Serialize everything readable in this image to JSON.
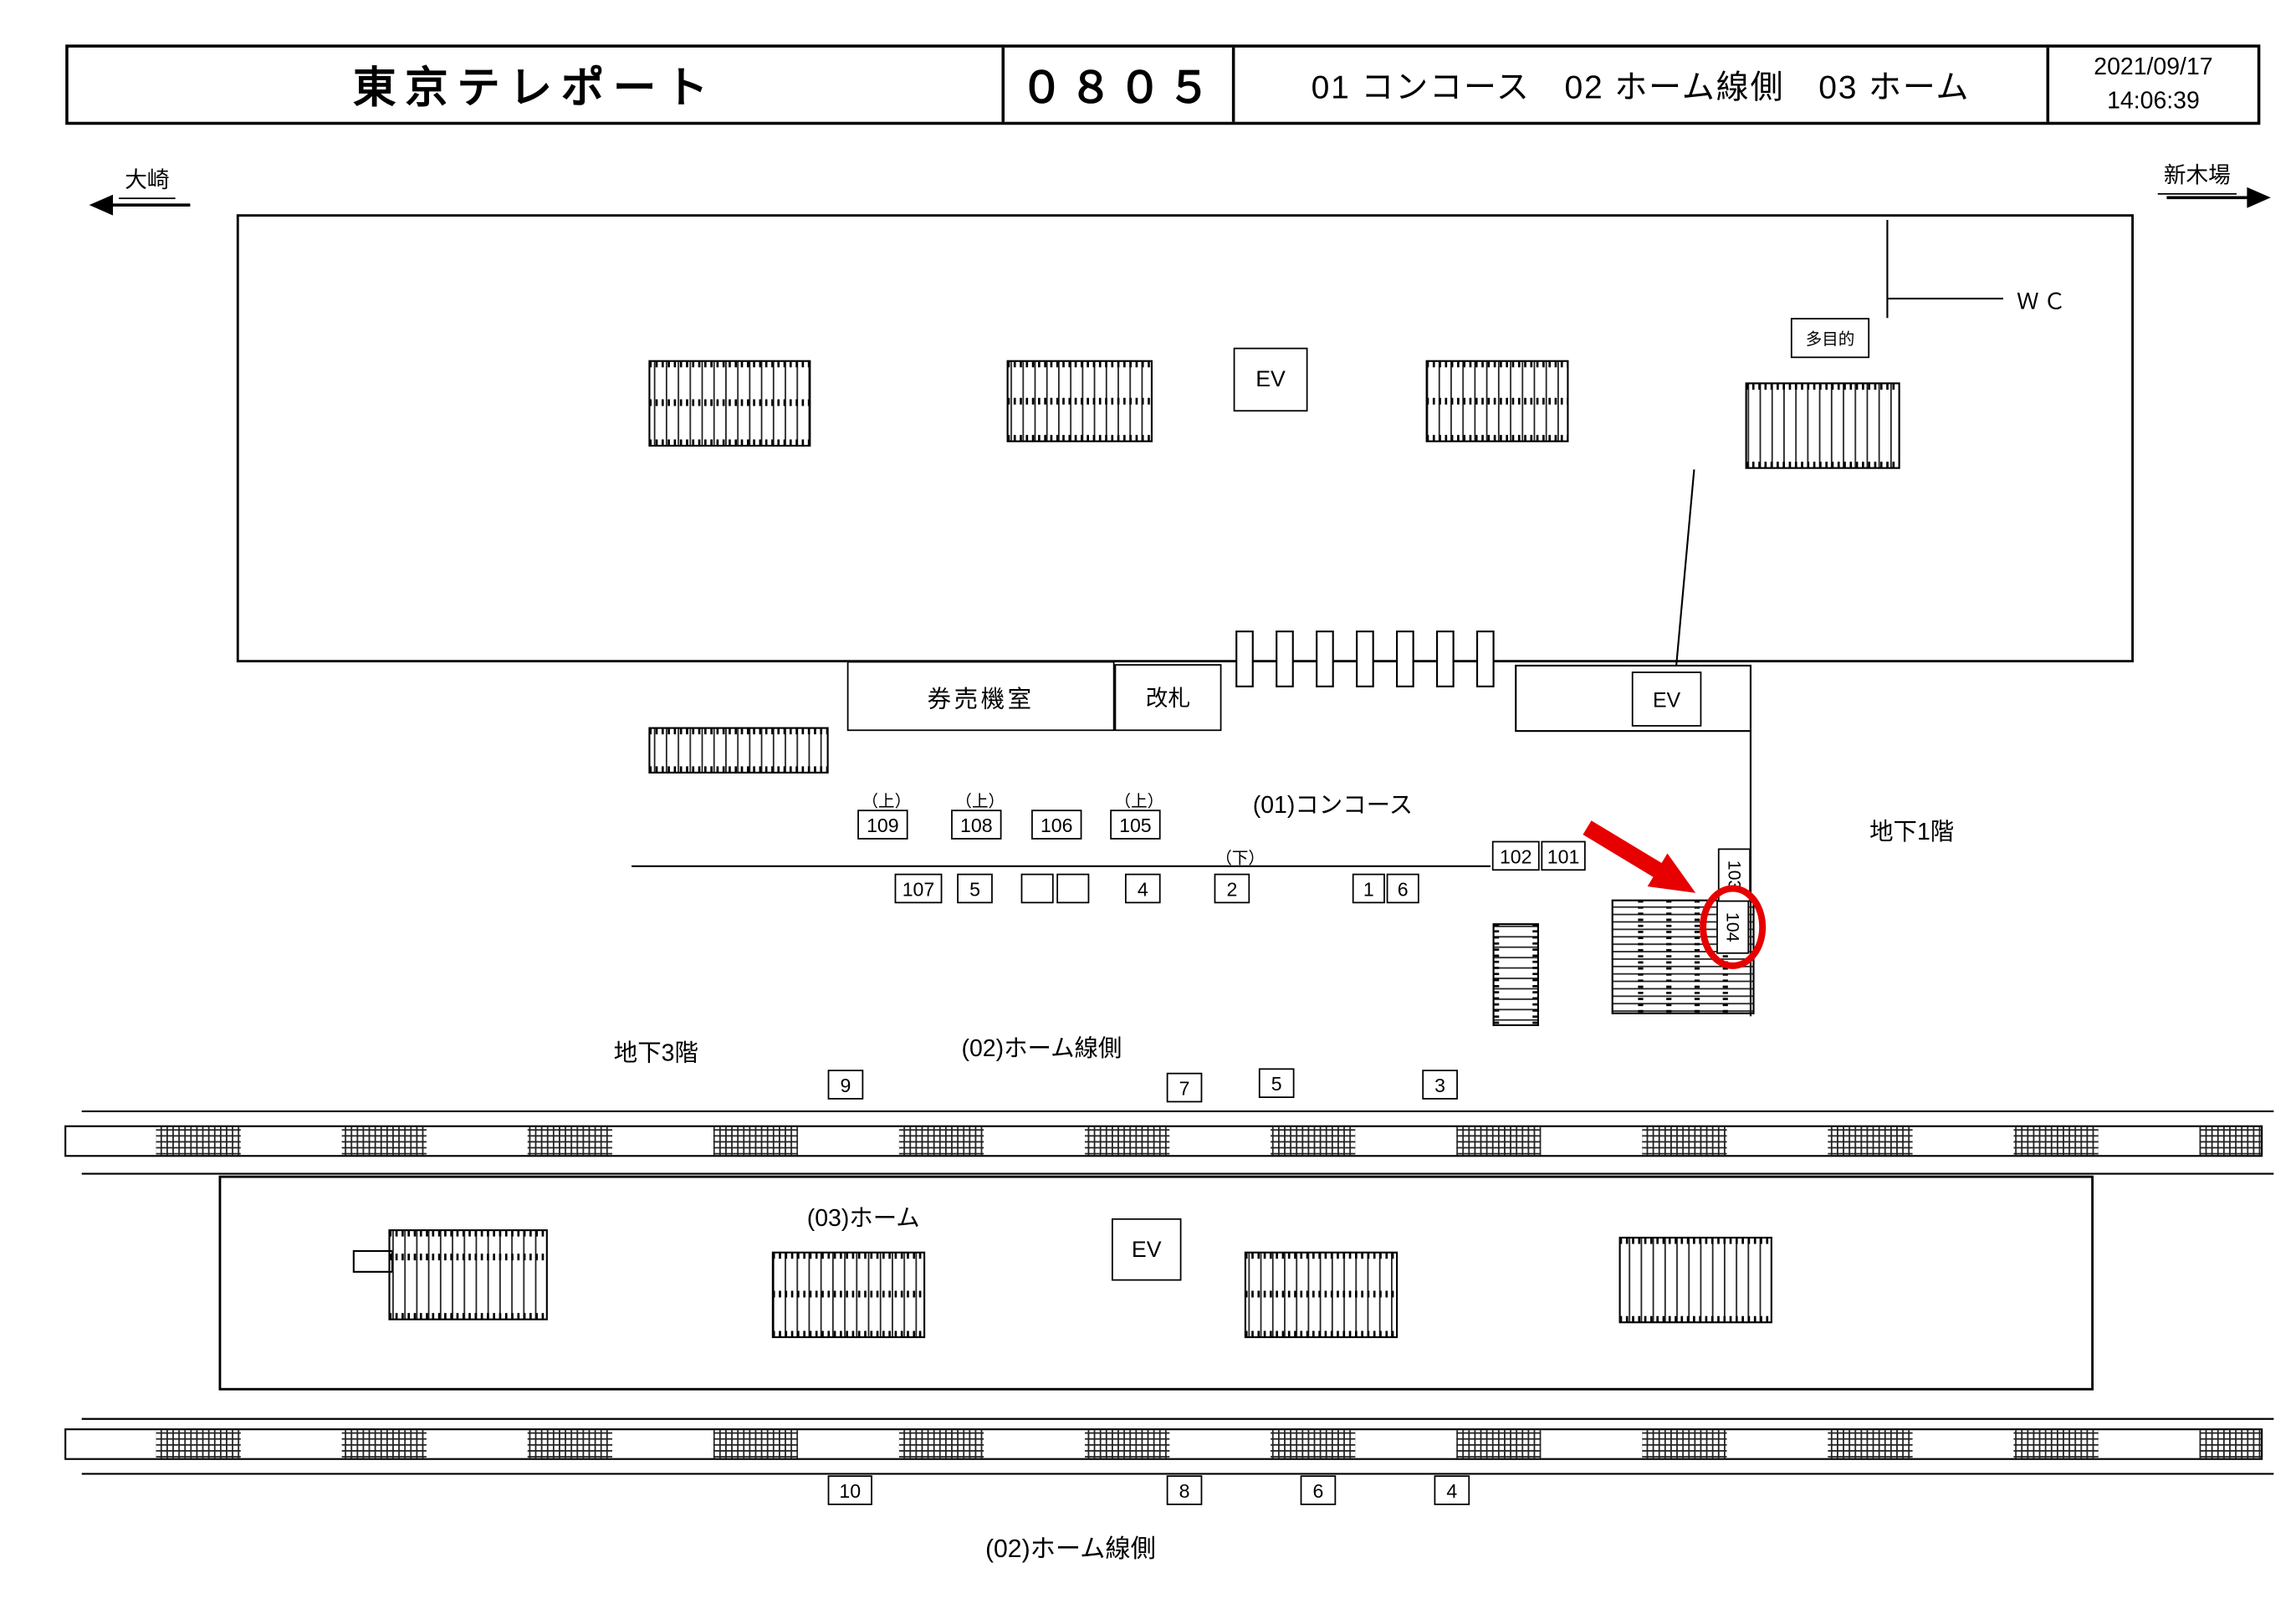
{
  "header": {
    "station_name": "東京テレポート",
    "station_code": "０８０５",
    "legend": "01 コンコース　02 ホーム線側　03 ホーム",
    "date": "2021/09/17",
    "time": "14:06:39"
  },
  "directions": {
    "left": "大崎",
    "right": "新木場"
  },
  "floor_labels": {
    "wc": "ＷＣ",
    "multipurpose": "多目的",
    "ticket_machine_room": "券売機室",
    "gate": "改札",
    "ev": "EV",
    "concourse": "(01)コンコース",
    "b1": "地下1階",
    "b3": "地下3階",
    "trackside_upper": "(02)ホーム線側",
    "platform": "(03)ホーム",
    "trackside_lower": "(02)ホーム線側",
    "up": "（上）",
    "down": "（下）"
  },
  "ad": {
    "row_upper": [
      "109",
      "108",
      "106",
      "105"
    ],
    "row_lower": [
      "107",
      "5",
      "",
      "",
      "4",
      "2",
      "1",
      "6"
    ],
    "pair_right": [
      "102",
      "101"
    ],
    "vertical": [
      "103",
      "104"
    ],
    "platform_upper": [
      "9",
      "7",
      "5",
      "3"
    ],
    "platform_lower": [
      "10",
      "8",
      "6",
      "4"
    ]
  },
  "highlight": {
    "circled_position": "104"
  }
}
